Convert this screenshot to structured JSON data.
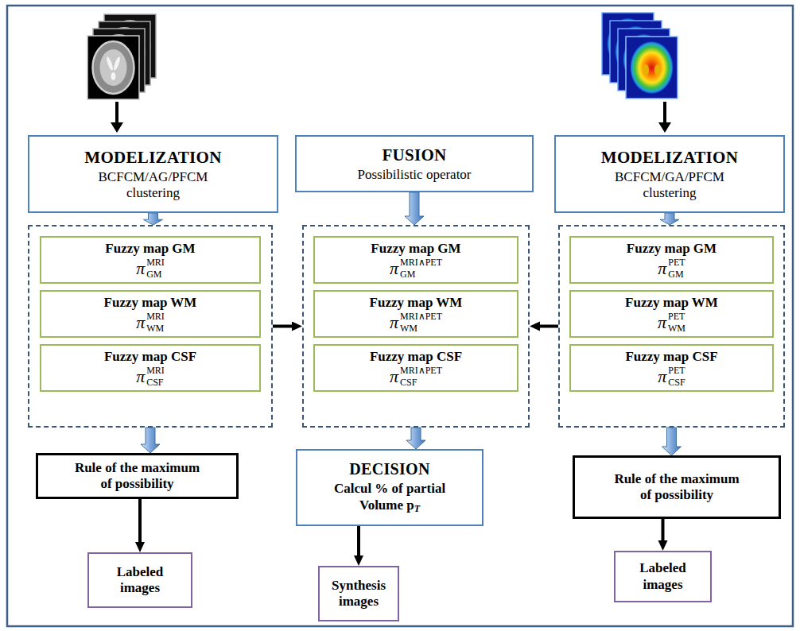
{
  "diagram": {
    "nodes": [
      {
        "text": [
          "MODELIZATION",
          "BCFCM/AG/PFCM clustering"
        ]
      },
      {
        "text": [
          "FUSION",
          "Possibilistic operator"
        ]
      },
      {
        "text": [
          "MODELIZATION",
          "BCFCM/GA/PFCM clustering"
        ]
      },
      {
        "text": []
      },
      {
        "text": [
          "Fuzzy map GM",
          "π",
          "MRI",
          "GM"
        ],
        "in": 3
      },
      {
        "text": [
          "Fuzzy map WM",
          "π",
          "MRI",
          "WM"
        ],
        "in": 3
      },
      {
        "text": [
          "Fuzzy map CSF",
          "π",
          "MRI",
          "CSF"
        ],
        "in": 3
      },
      {
        "text": []
      },
      {
        "text": [
          "Fuzzy map GM",
          "π",
          "MRI∧PET",
          "GM"
        ],
        "in": 7
      },
      {
        "text": [
          "Fuzzy map WM",
          "π",
          "MRI∧PET",
          "WM"
        ],
        "in": 7
      },
      {
        "text": [
          "Fuzzy map CSF",
          "π",
          "MRI∧PET",
          "CSF"
        ],
        "in": 7
      },
      {
        "text": []
      },
      {
        "text": [
          "Fuzzy map GM",
          "π",
          "PET",
          "GM"
        ],
        "in": 11
      },
      {
        "text": [
          "Fuzzy map WM",
          "π",
          "PET",
          "WM"
        ],
        "in": 11
      },
      {
        "text": [
          "Fuzzy map CSF",
          "π",
          "PET",
          "CSF"
        ],
        "in": 11
      },
      {
        "text": [
          "Rule of the maximum of possibility"
        ]
      },
      {
        "text": [
          "DECISION",
          "Calcul % of partial Volume p",
          "T"
        ]
      },
      {
        "text": [
          "Rule of the maximum of possibility"
        ]
      },
      {
        "text": [
          "Labeled images"
        ]
      },
      {
        "text": [
          "Synthesis images"
        ]
      },
      {
        "text": [
          "Labeled images"
        ]
      }
    ],
    "edges": [
      {
        "from": 0,
        "to": 3,
        "arrow": "to"
      },
      {
        "from": 1,
        "to": 7,
        "arrow": "to"
      },
      {
        "from": 2,
        "to": 11,
        "arrow": "to"
      },
      {
        "from": 3,
        "to": 7,
        "arrow": "to"
      },
      {
        "from": 11,
        "to": 7,
        "arrow": "to"
      },
      {
        "from": 3,
        "to": 15,
        "arrow": "to"
      },
      {
        "from": 7,
        "to": 16,
        "arrow": "to"
      },
      {
        "from": 11,
        "to": 17,
        "arrow": "to"
      },
      {
        "from": 15,
        "to": 18,
        "arrow": "to"
      },
      {
        "from": 16,
        "to": 19,
        "arrow": "to"
      },
      {
        "from": 17,
        "to": 20,
        "arrow": "to"
      }
    ]
  }
}
